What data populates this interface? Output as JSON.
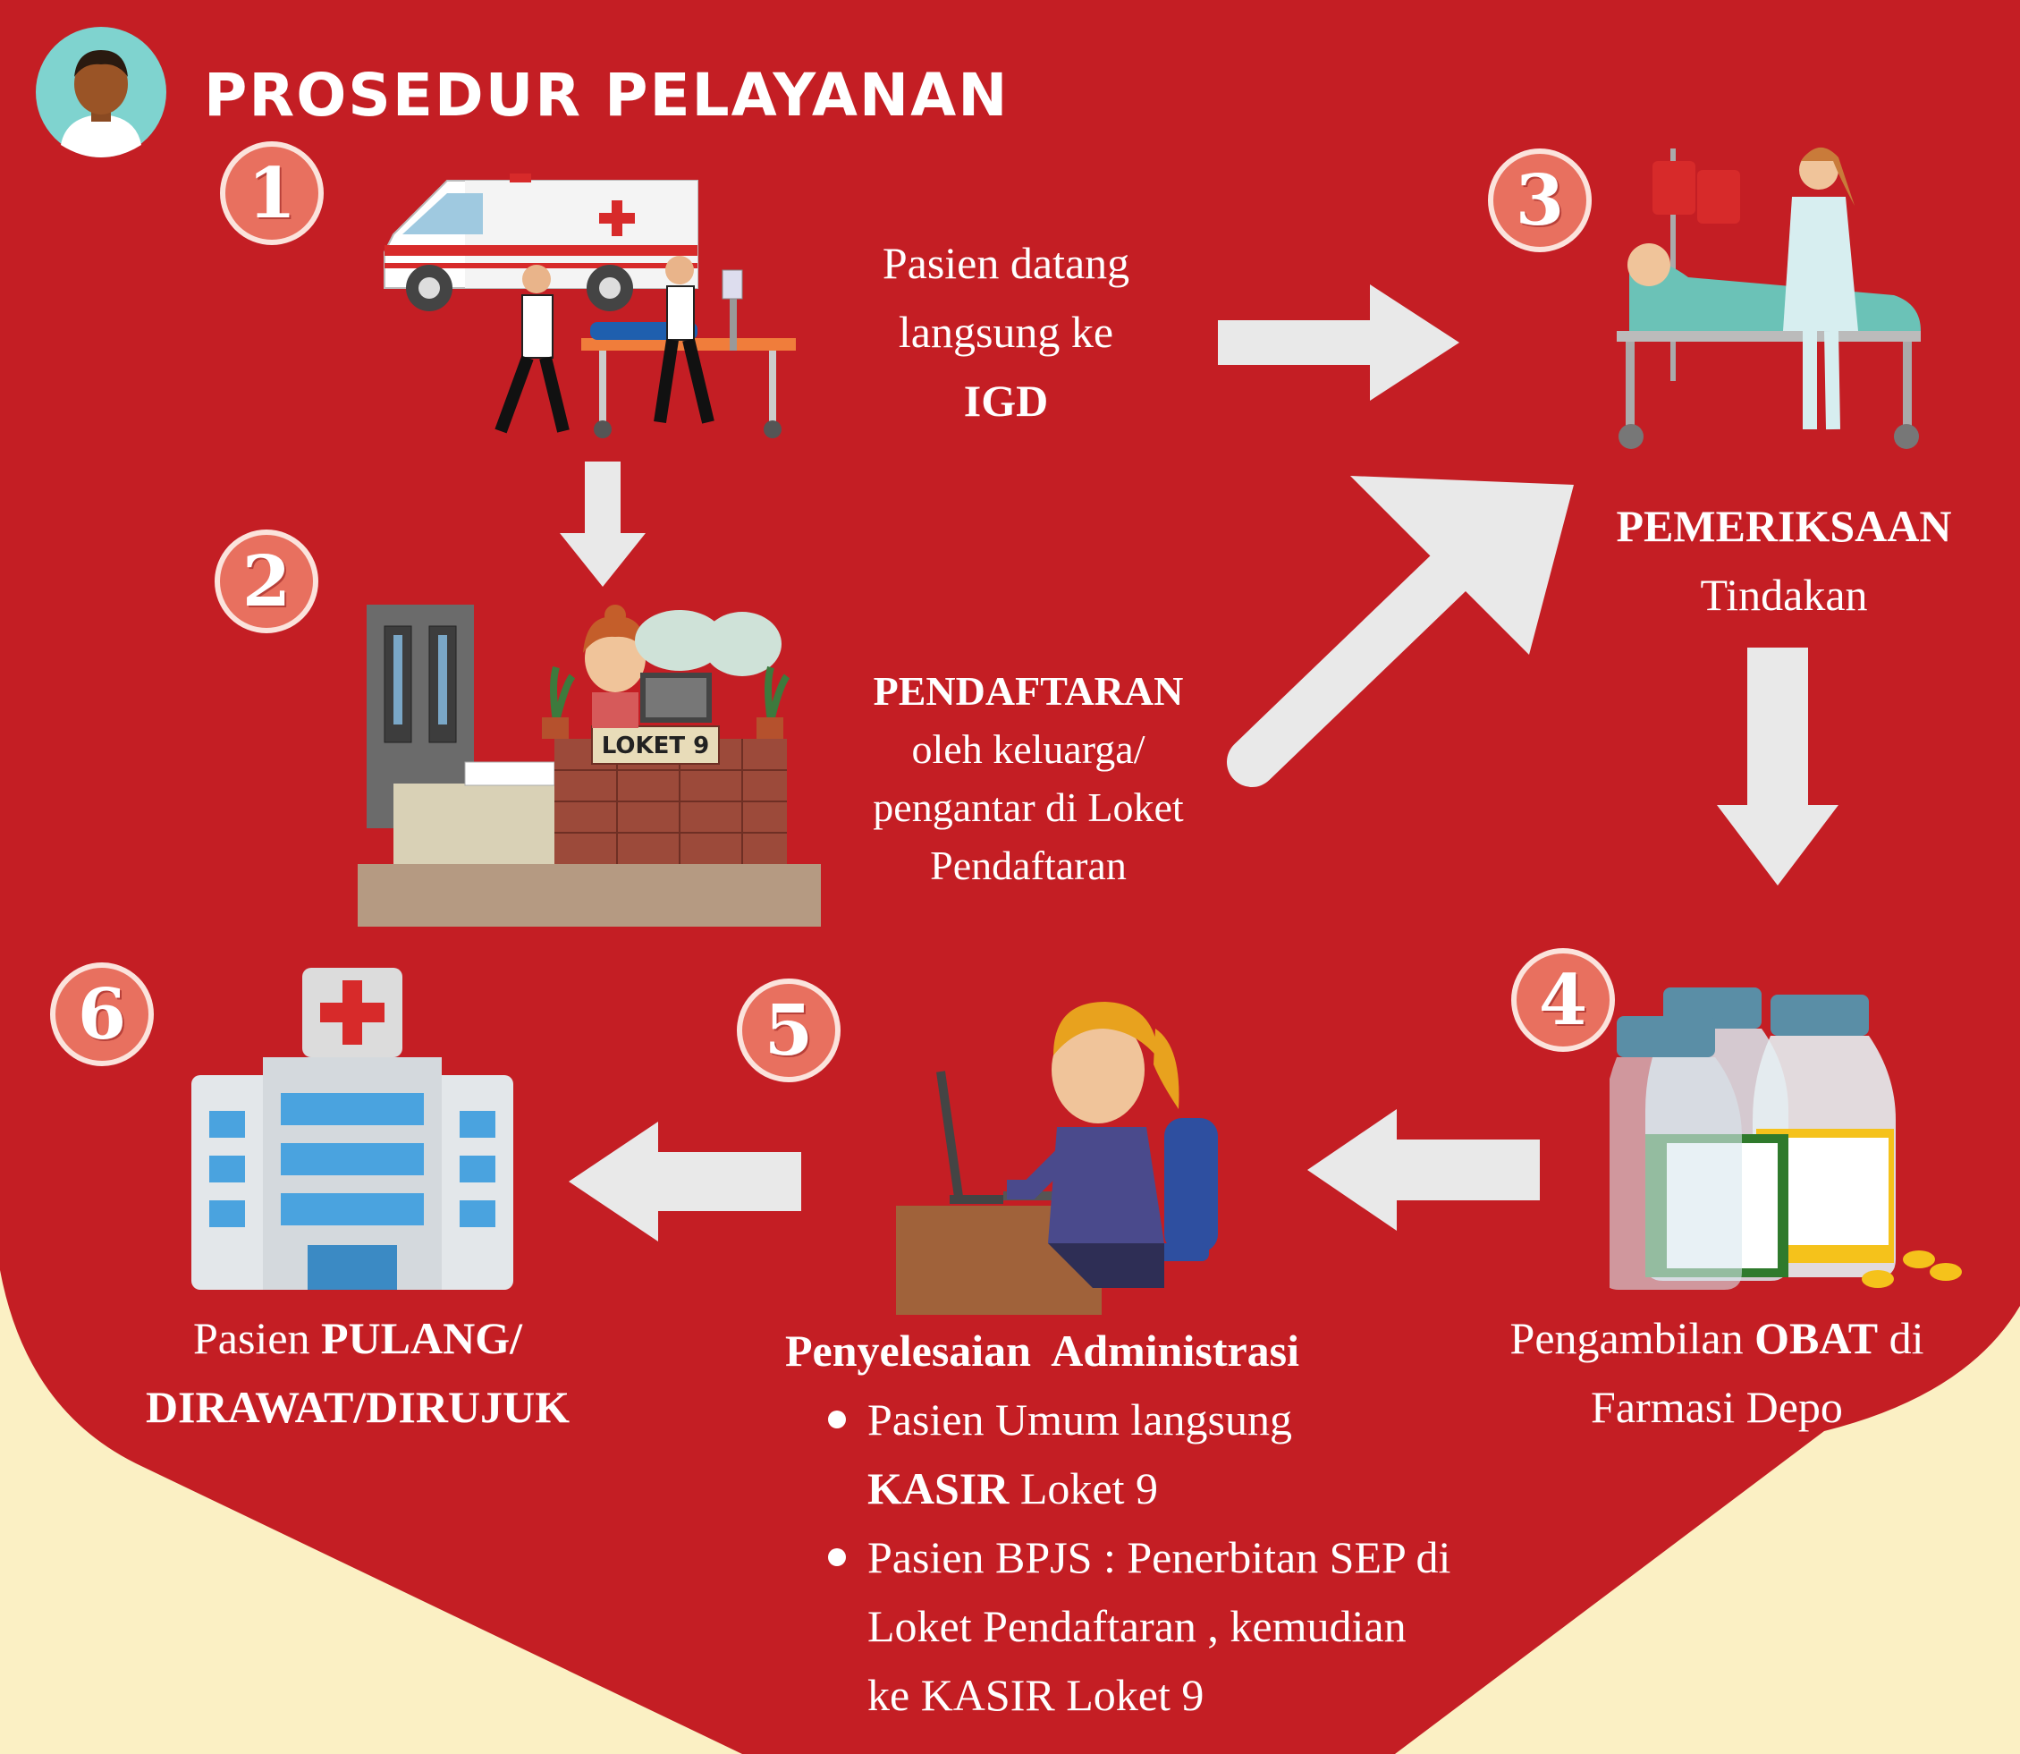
{
  "title": "PROSEDUR PELAYANAN",
  "colors": {
    "background_red": "#c41e24",
    "cream": "#fbf0c4",
    "badge": "#e8705f",
    "arrow": "#e9e9e9"
  },
  "icons": [
    "avatar-icon",
    "ambulance-icon",
    "registration-counter-icon",
    "patient-bed-icon",
    "medicine-bottles-icon",
    "admin-computer-icon",
    "hospital-icon"
  ],
  "steps": {
    "s1": {
      "number": "1",
      "line1": "Pasien datang",
      "line2": "langsung ke",
      "line3": "IGD"
    },
    "s2": {
      "number": "2",
      "line1": "PENDAFTARAN",
      "line2": "oleh keluarga/",
      "line3": "pengantar di Loket",
      "line4": "Pendaftaran",
      "counter_sign": "LOKET 9"
    },
    "s3": {
      "number": "3",
      "line1": "PEMERIKSAAN",
      "line2": "Tindakan"
    },
    "s4": {
      "number": "4",
      "prefix": "Pengambilan ",
      "bold": "OBAT",
      "suffix": " di",
      "line2": "Farmasi Depo"
    },
    "s5": {
      "number": "5",
      "heading": "Penyelesaian  Administrasi",
      "b1_l1": "Pasien  Umum langsung",
      "b1_bold": "KASIR",
      "b1_rest": " Loket 9",
      "b2_l1": "Pasien BPJS : Penerbitan SEP di",
      "b2_l2": "Loket Pendaftaran , kemudian",
      "b2_l3": "ke KASIR Loket 9"
    },
    "s6": {
      "number": "6",
      "prefix": "Pasien ",
      "bold1": "PULANG/",
      "line2": "DIRAWAT/DIRUJUK"
    }
  }
}
